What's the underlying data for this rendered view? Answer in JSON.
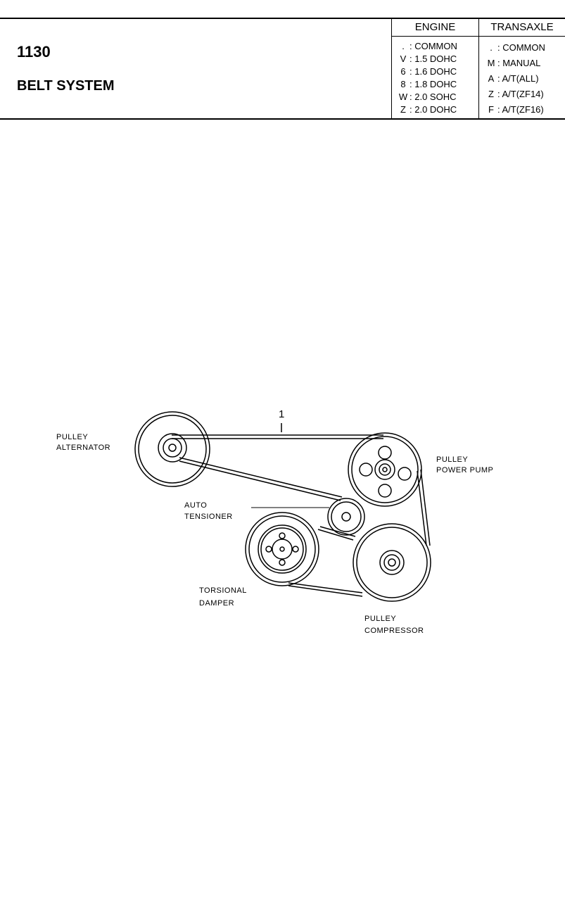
{
  "header": {
    "section_number": "1130",
    "section_title": "BELT SYSTEM",
    "engine": {
      "heading": "ENGINE",
      "rows": [
        {
          "code": ".",
          "label": ": COMMON"
        },
        {
          "code": "V",
          "label": ": 1.5 DOHC"
        },
        {
          "code": "6",
          "label": ": 1.6 DOHC"
        },
        {
          "code": "8",
          "label": ": 1.8 DOHC"
        },
        {
          "code": "W",
          "label": ": 2.0 SOHC"
        },
        {
          "code": "Z",
          "label": ": 2.0 DOHC"
        }
      ]
    },
    "transaxle": {
      "heading": "TRANSAXLE",
      "rows": [
        {
          "code": ".",
          "label": ": COMMON"
        },
        {
          "code": "M",
          "label": ": MANUAL"
        },
        {
          "code": "A",
          "label": ": A/T(ALL)"
        },
        {
          "code": "Z",
          "label": ": A/T(ZF14)"
        },
        {
          "code": "F",
          "label": ": A/T(ZF16)"
        }
      ]
    }
  },
  "diagram": {
    "callout_number": "1",
    "labels": {
      "alternator_line1": "PULLEY",
      "alternator_line2": "ALTERNATOR",
      "power_pump_line1": "PULLEY",
      "power_pump_line2": "POWER PUMP",
      "tensioner_line1": "AUTO",
      "tensioner_line2": "TENSIONER",
      "damper_line1": "TORSIONAL",
      "damper_line2": "DAMPER",
      "compressor_line1": "PULLEY",
      "compressor_line2": "COMPRESSOR"
    }
  }
}
